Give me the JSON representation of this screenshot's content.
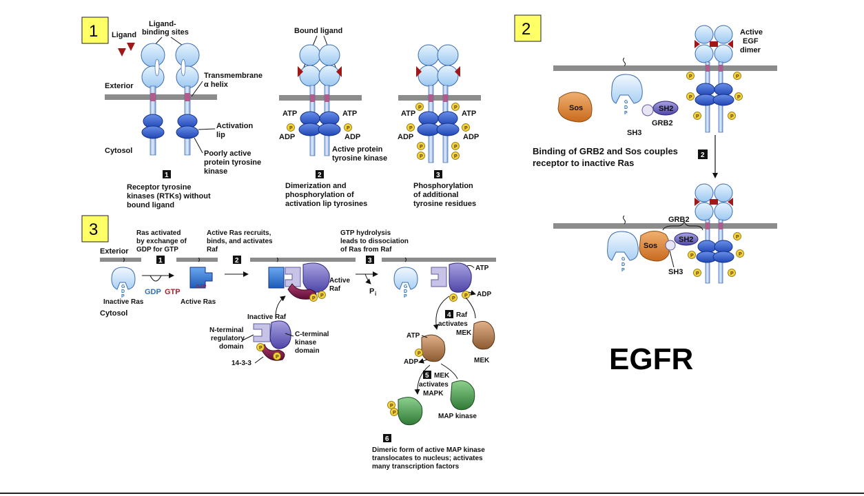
{
  "title": "EGFR",
  "panels": [
    {
      "number": "1"
    },
    {
      "number": "2"
    },
    {
      "number": "3"
    }
  ],
  "panel1": {
    "ligand": "Ligand",
    "binding_sites": [
      "Ligand-",
      "binding sites"
    ],
    "exterior": "Exterior",
    "cytosol": "Cytosol",
    "transmembrane": [
      "Transmembrane",
      "α helix"
    ],
    "activation_lip": [
      "Activation",
      "lip"
    ],
    "poorly_active": [
      "Poorly active",
      "protein tyrosine",
      "kinase"
    ],
    "bound_ligand": "Bound ligand",
    "atp": "ATP",
    "adp": "ADP",
    "p": "P",
    "active_kinase": [
      "Active protein",
      "tyrosine kinase"
    ],
    "steps": [
      {
        "num": "1",
        "caption": [
          "Receptor tyrosine",
          "kinases (RTKs) without",
          "bound ligand"
        ]
      },
      {
        "num": "2",
        "caption": [
          "Dimerization and",
          "phosphorylation of",
          "activation lip tyrosines"
        ]
      },
      {
        "num": "3",
        "caption": [
          "Phosphorylation",
          "of additional",
          "tyrosine residues"
        ]
      }
    ]
  },
  "panel2": {
    "active_dimer": [
      "Active",
      "EGF",
      "dimer"
    ],
    "sos": "Sos",
    "gdp": [
      "G",
      "D",
      "P"
    ],
    "sh2": "SH2",
    "grb2": "GRB2",
    "sh3": "SH3",
    "binding_text": [
      "Binding of GRB2 and Sos  couples",
      "receptor to inactive Ras"
    ],
    "step_num": "2",
    "grb2_top": "GRB2",
    "sos2": "Sos",
    "sh2b": "SH2",
    "sh3b": "SH3"
  },
  "panel3": {
    "exterior": "Exterior",
    "cytosol": "Cytosol",
    "ras_activated": [
      "Ras activated",
      "by exchange of",
      "GDP for GTP"
    ],
    "recruits": [
      "Active Ras recruits,",
      "binds, and activates",
      "Raf"
    ],
    "hydrolysis": [
      "GTP hydrolysis",
      "leads to dissociation",
      "of Ras from Raf"
    ],
    "gdp": "GDP",
    "gtp": "GTP",
    "inactive_ras": "Inactive Ras",
    "active_ras": "Active Ras",
    "active_raf": [
      "Active",
      "Raf"
    ],
    "pi": "P",
    "pi_sub": "i",
    "inactive_raf": "Inactive Raf",
    "n_terminal": [
      "N-terminal",
      "regulatory",
      "domain"
    ],
    "c_terminal": [
      "C-terminal",
      "kinase",
      "domain"
    ],
    "protein_1433": "14-3-3",
    "atp": "ATP",
    "adp": "ADP",
    "raf_activates": [
      "Raf",
      "activates",
      "MEK"
    ],
    "mek": "MEK",
    "mek_activates": [
      "MEK",
      "activates",
      "MAPK"
    ],
    "map_kinase": "MAP kinase",
    "dimeric": [
      "Dimeric form of active MAP kinase",
      "translocates to nucleus; activates",
      "many transcription factors"
    ],
    "steps": [
      "1",
      "2",
      "3",
      "4",
      "5",
      "6"
    ]
  }
}
